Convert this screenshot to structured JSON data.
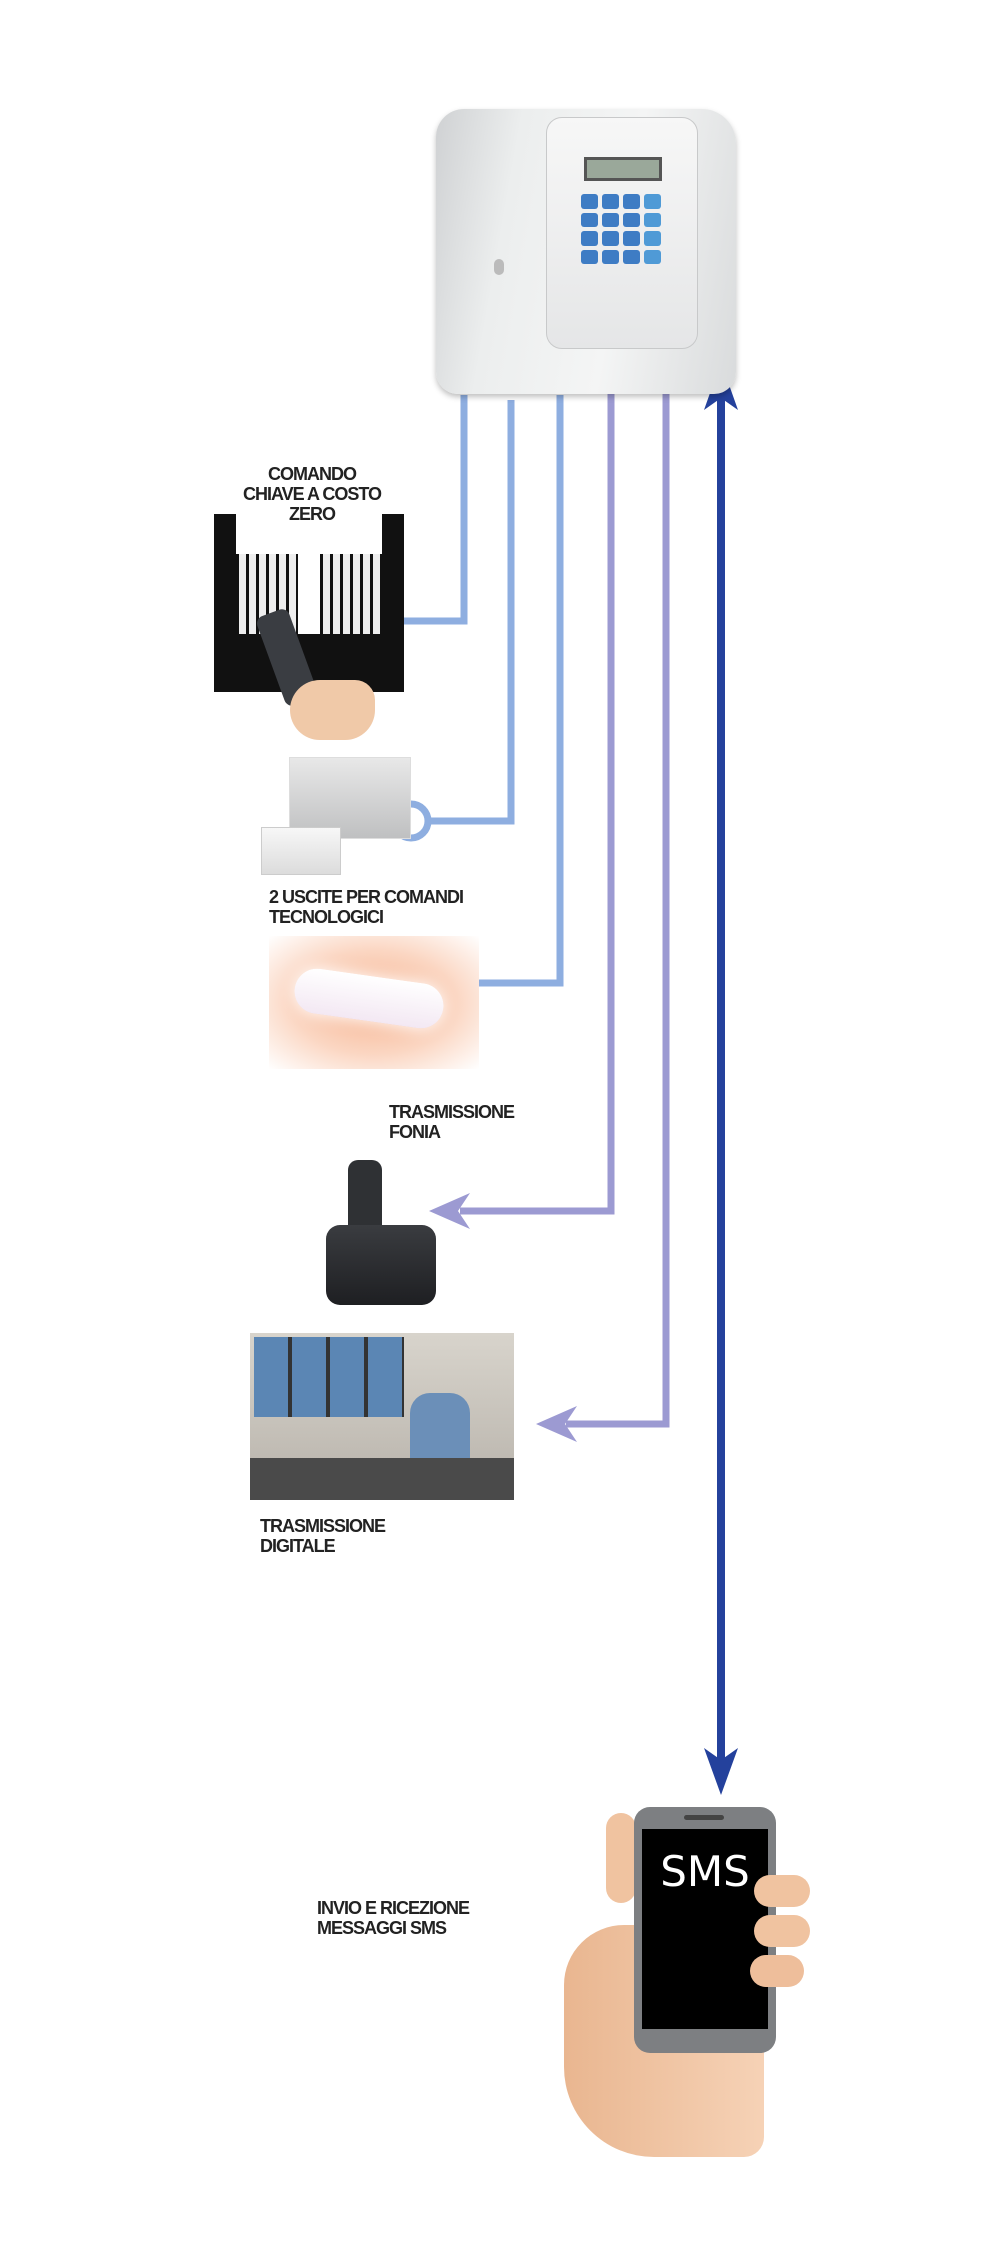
{
  "labels": {
    "gate_command": [
      "COMANDO",
      "CHIAVE A COSTO",
      "ZERO"
    ],
    "outputs": [
      "2 USCITE PER COMANDI",
      "TECNOLOGICI"
    ],
    "voice": [
      "TRASMISSIONE",
      "FONIA"
    ],
    "digital": [
      "TRASMISSIONE",
      "DIGITALE"
    ],
    "sms": [
      "INVIO E RICEZIONE",
      "MESSAGGI SMS"
    ]
  },
  "phone_screen_text": "SMS",
  "colors": {
    "output_line": "#8eaee0",
    "transmission_line": "#9c9ad2",
    "sms_arrow": "#24419c"
  }
}
